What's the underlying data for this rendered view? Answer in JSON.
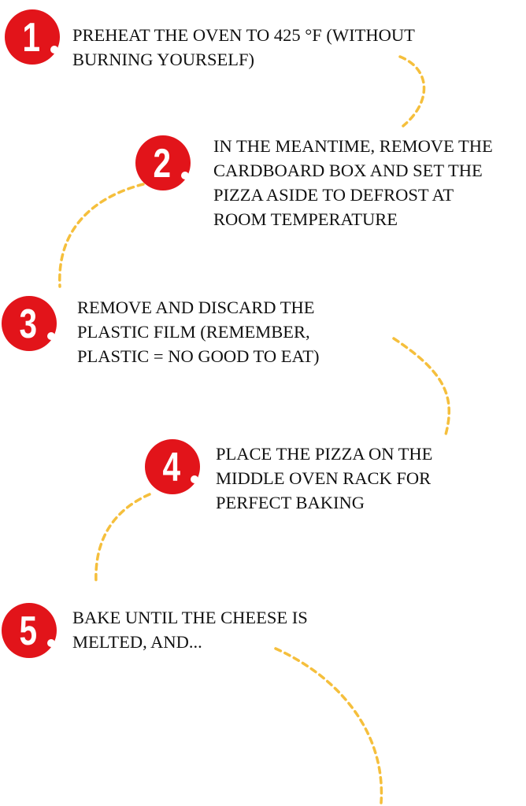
{
  "accent_color": "#e2141a",
  "connector_color": "#f5bf3c",
  "steps": [
    {
      "number": "1",
      "text": "PREHEAT THE OVEN TO 425 °F (WITHOUT\nBURNING YOURSELF)"
    },
    {
      "number": "2",
      "text": "IN THE MEANTIME, REMOVE THE\nCARDBOARD BOX AND SET THE\nPIZZA ASIDE TO DEFROST AT\nROOM TEMPERATURE"
    },
    {
      "number": "3",
      "text": "REMOVE AND DISCARD THE\nPLASTIC FILM (REMEMBER,\nPLASTIC = NO GOOD TO EAT)"
    },
    {
      "number": "4",
      "text": "PLACE THE PIZZA ON THE\nMIDDLE OVEN RACK FOR\nPERFECT BAKING"
    },
    {
      "number": "5",
      "text": "BAKE UNTIL THE CHEESE IS\nMELTED, AND..."
    }
  ]
}
